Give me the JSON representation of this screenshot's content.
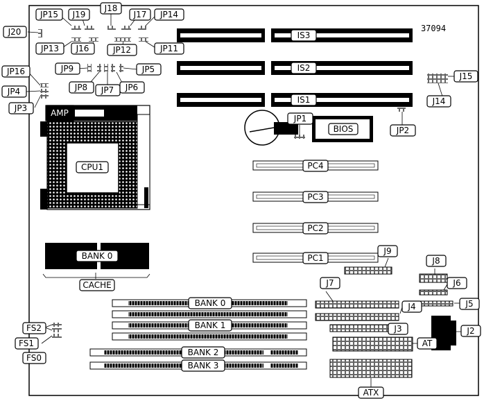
{
  "diagram": {
    "board_id": "37094",
    "jumpers": {
      "jp15": "JP15",
      "j19": "J19",
      "j18": "J18",
      "j17": "J17",
      "jp14": "JP14",
      "j20": "J20",
      "jp13": "JP13",
      "j16": "J16",
      "jp12": "JP12",
      "jp11": "JP11",
      "jp16": "JP16",
      "jp4": "JP4",
      "jp3": "JP3",
      "jp9": "JP9",
      "jp8": "JP8",
      "jp7": "JP7",
      "jp6": "JP6",
      "jp5": "JP5",
      "jp1": "JP1",
      "jp2": "JP2",
      "fs2": "FS2",
      "fs1": "FS1",
      "fs0": "FS0"
    },
    "isa_slots": [
      "IS3",
      "IS2",
      "IS1"
    ],
    "pci_slots": [
      "PC4",
      "PC3",
      "PC2",
      "PC1"
    ],
    "connectors": {
      "j15": "J15",
      "j14": "J14",
      "j9": "J9",
      "j8": "J8",
      "j6": "J6",
      "j5": "J5",
      "j7": "J7",
      "j4": "J4",
      "j3": "J3",
      "j2": "J2",
      "at": "AT",
      "atx": "ATX"
    },
    "components": {
      "amp": "AMP",
      "cpu": "CPU1",
      "bios": "BIOS",
      "cache_bank": "BANK 0",
      "cache": "CACHE"
    },
    "memory_banks": [
      "BANK 0",
      "BANK 1",
      "BANK 2",
      "BANK 3"
    ]
  }
}
